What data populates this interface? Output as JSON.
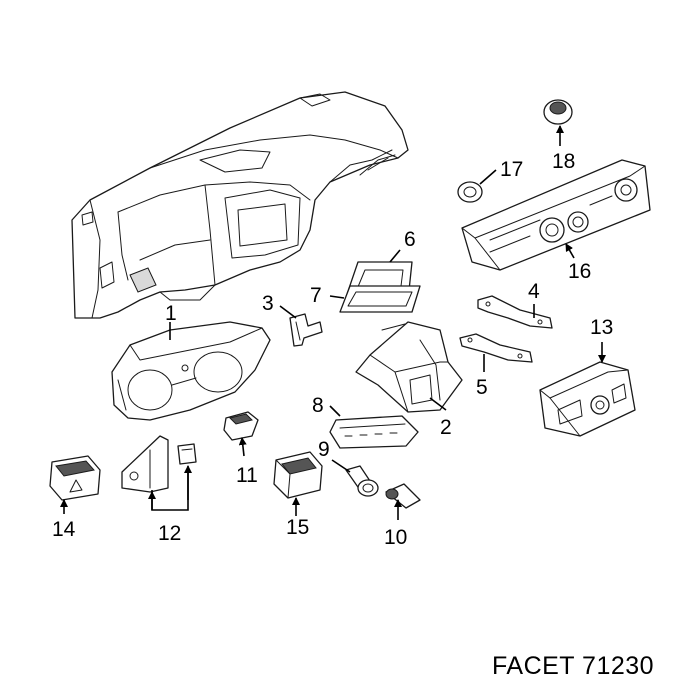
{
  "callouts": {
    "c1": "1",
    "c2": "2",
    "c3": "3",
    "c4": "4",
    "c5": "5",
    "c6": "6",
    "c7": "7",
    "c8": "8",
    "c9": "9",
    "c10": "10",
    "c11": "11",
    "c12": "12",
    "c13": "13",
    "c14": "14",
    "c15": "15",
    "c16": "16",
    "c17": "17",
    "c18": "18"
  },
  "footer": {
    "brand_text": "FACET 71230"
  }
}
